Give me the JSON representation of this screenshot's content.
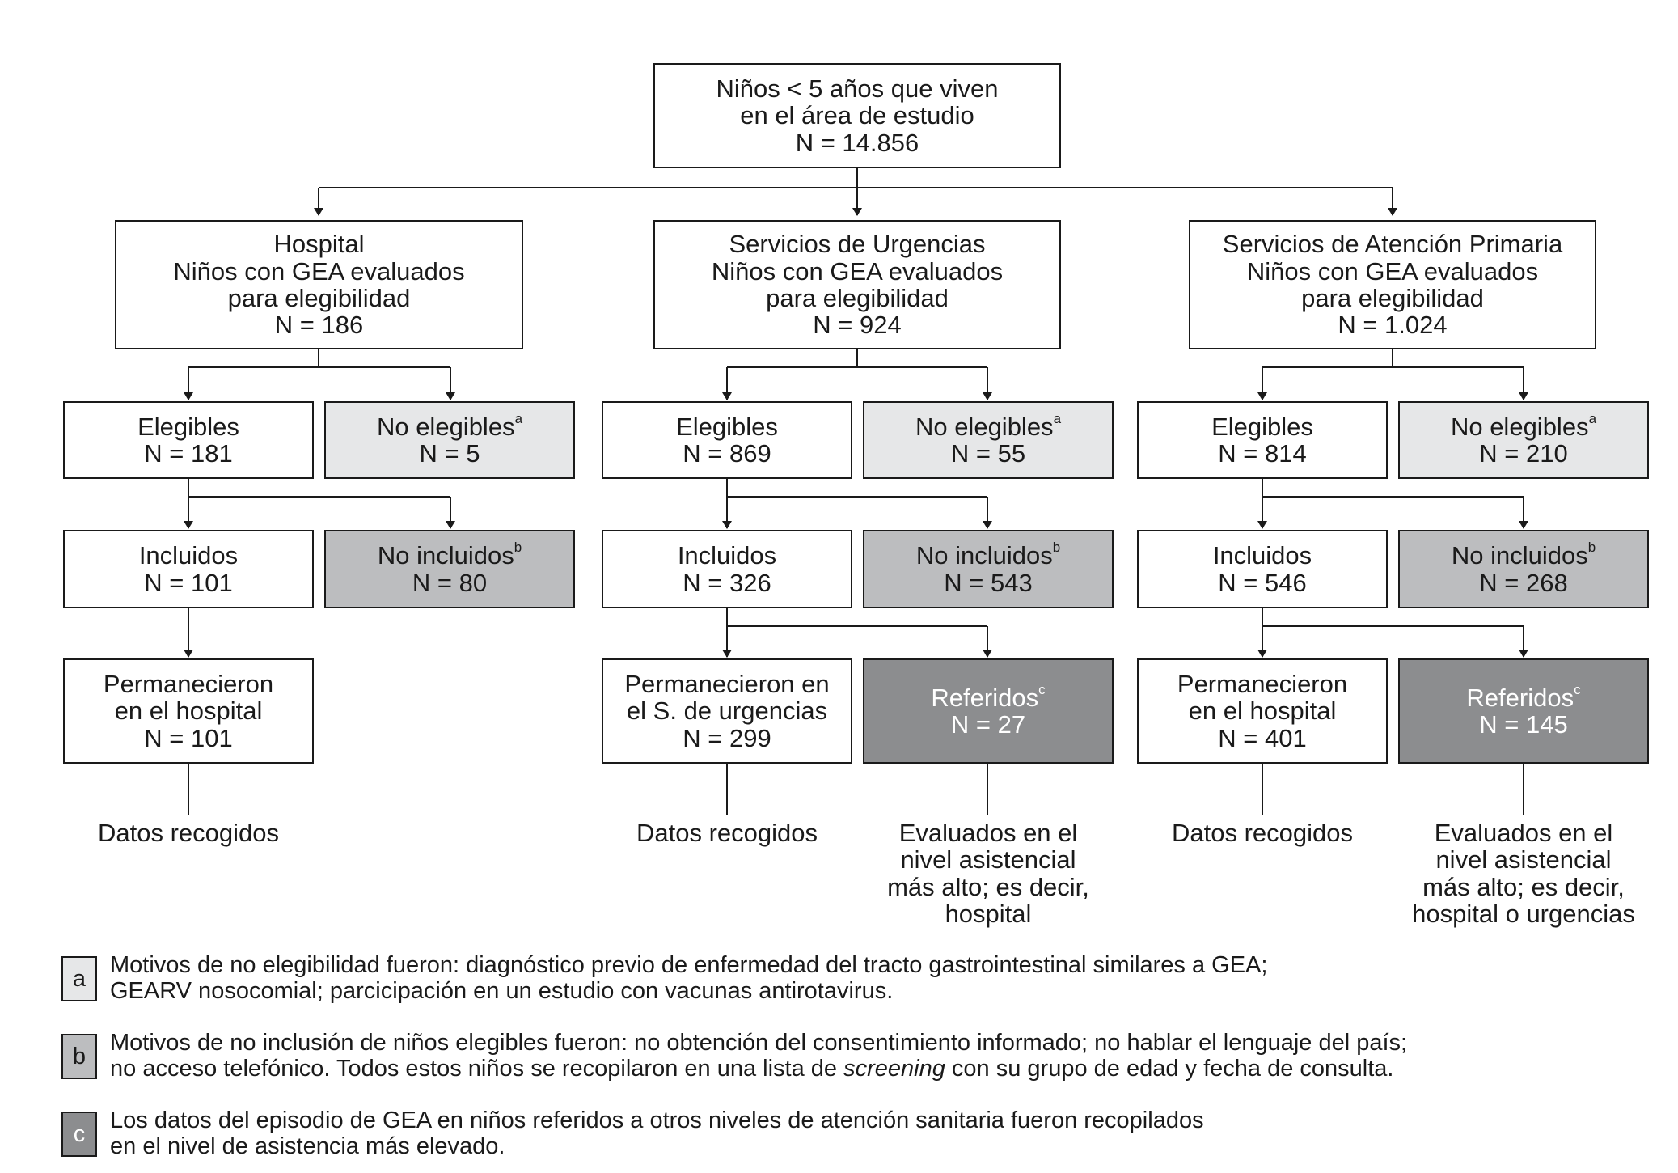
{
  "top": {
    "line1": "Niños < 5 años que viven",
    "line2": "en el área de estudio",
    "n": "N = 14.856"
  },
  "hospital": {
    "title": "Hospital",
    "sub1": "Niños con GEA evaluados",
    "sub2": "para elegibilidad",
    "n": "N = 186",
    "eligible_label": "Elegibles",
    "eligible_n": "N = 181",
    "noneligible_label": "No elegibles",
    "noneligible_sup": "a",
    "noneligible_n": "N = 5",
    "included_label": "Incluidos",
    "included_n": "N = 101",
    "notincluded_label": "No incluidos",
    "notincluded_sup": "b",
    "notincluded_n": "N = 80",
    "remained_line1": "Permanecieron",
    "remained_line2": "en el hospital",
    "remained_n": "N = 101",
    "outcome": "Datos recogidos"
  },
  "urgencias": {
    "title": "Servicios de Urgencias",
    "sub1": "Niños con GEA evaluados",
    "sub2": "para elegibilidad",
    "n": "N = 924",
    "eligible_label": "Elegibles",
    "eligible_n": "N = 869",
    "noneligible_label": "No elegibles",
    "noneligible_sup": "a",
    "noneligible_n": "N = 55",
    "included_label": "Incluidos",
    "included_n": "N = 326",
    "notincluded_label": "No incluidos",
    "notincluded_sup": "b",
    "notincluded_n": "N = 543",
    "remained_line1": "Permanecieron en",
    "remained_line2": "el S. de urgencias",
    "remained_n": "N = 299",
    "referred_label": "Referidos",
    "referred_sup": "c",
    "referred_n": "N = 27",
    "outcome": "Datos recogidos",
    "referred_outcome": [
      "Evaluados en el",
      "nivel asistencial",
      "más alto; es decir,",
      "hospital"
    ]
  },
  "primaria": {
    "title": "Servicios de Atención Primaria",
    "sub1": "Niños con GEA evaluados",
    "sub2": "para elegibilidad",
    "n": "N = 1.024",
    "eligible_label": "Elegibles",
    "eligible_n": "N = 814",
    "noneligible_label": "No elegibles",
    "noneligible_sup": "a",
    "noneligible_n": "N = 210",
    "included_label": "Incluidos",
    "included_n": "N = 546",
    "notincluded_label": "No incluidos",
    "notincluded_sup": "b",
    "notincluded_n": "N = 268",
    "remained_line1": "Permanecieron",
    "remained_line2": "en el hospital",
    "remained_n": "N = 401",
    "referred_label": "Referidos",
    "referred_sup": "c",
    "referred_n": "N = 145",
    "outcome": "Datos recogidos",
    "referred_outcome": [
      "Evaluados en el",
      "nivel asistencial",
      "más alto; es decir,",
      "hospital o urgencias"
    ]
  },
  "notes": {
    "a": {
      "key": "a",
      "line1": "Motivos de no elegibilidad fueron: diagnóstico previo de enfermedad del tracto gastrointestinal similares a GEA;",
      "line2": "GEARV nosocomial; parcicipación en un  estudio con vacunas antirotavirus."
    },
    "b": {
      "key": "b",
      "line1": "Motivos de no inclusión de niños elegibles fueron: no obtención del consentimiento informado; no hablar el lenguaje del país;",
      "line2_pre": "no acceso telefónico. Todos estos niños se recopilaron en una lista de ",
      "line2_em": "screening",
      "line2_post": " con su grupo de edad y fecha de consulta."
    },
    "c": {
      "key": "c",
      "line1": "Los datos del episodio de GEA en niños referidos a otros niveles de atención sanitaria fueron recopilados",
      "line2": "en el nivel de asistencia más elevado."
    }
  },
  "colors": {
    "not_eligible_fill": "#e6e7e8",
    "not_included_fill": "#bcbdbf",
    "referred_fill": "#8c8d8f"
  }
}
